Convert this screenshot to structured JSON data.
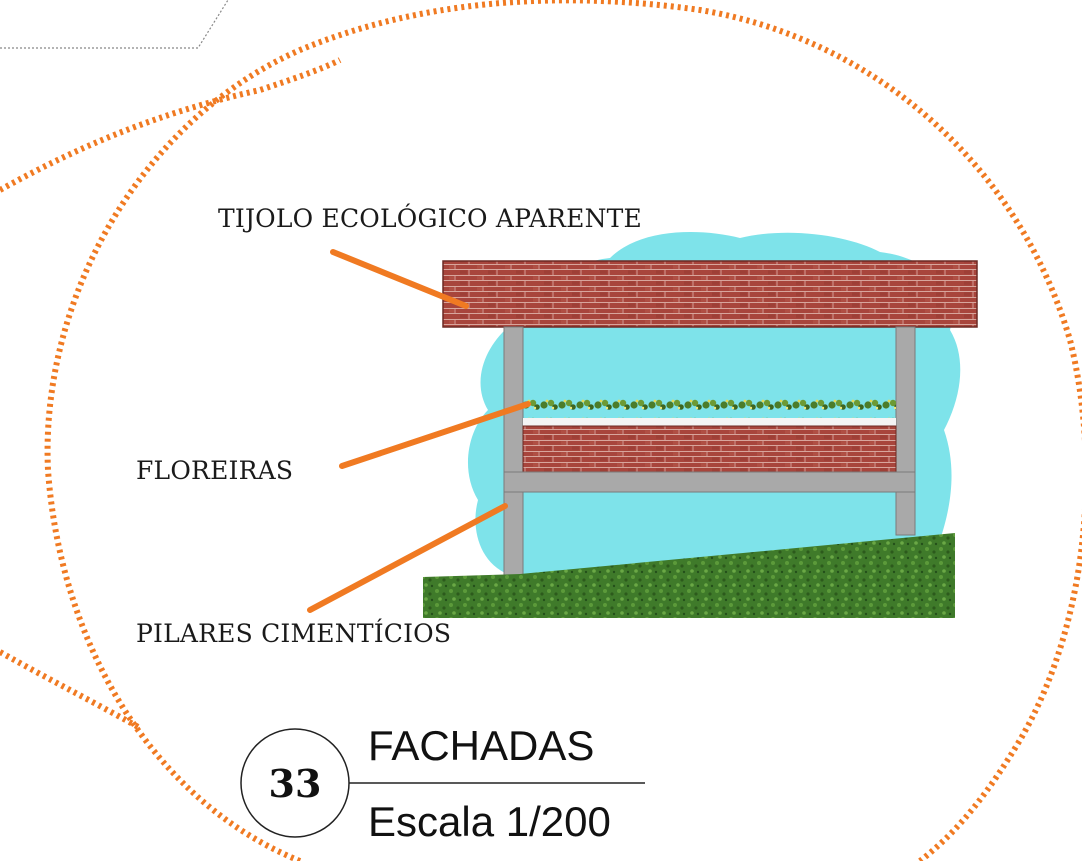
{
  "labels": {
    "brick": "TIJOLO ECOLÓGICO APARENTE",
    "planters": "FLOREIRAS",
    "pillars": "PILARES CIMENTÍCIOS"
  },
  "title_block": {
    "number": "33",
    "title": "FACHADAS",
    "scale": "Escala 1/200"
  },
  "colors": {
    "leader": "#f07a22",
    "dotted_circle": "#f07a22",
    "brick": "#a8453c",
    "sky": "#7ee3ea",
    "concrete": "#a9a9a9",
    "grass": "#3f7f2c"
  }
}
